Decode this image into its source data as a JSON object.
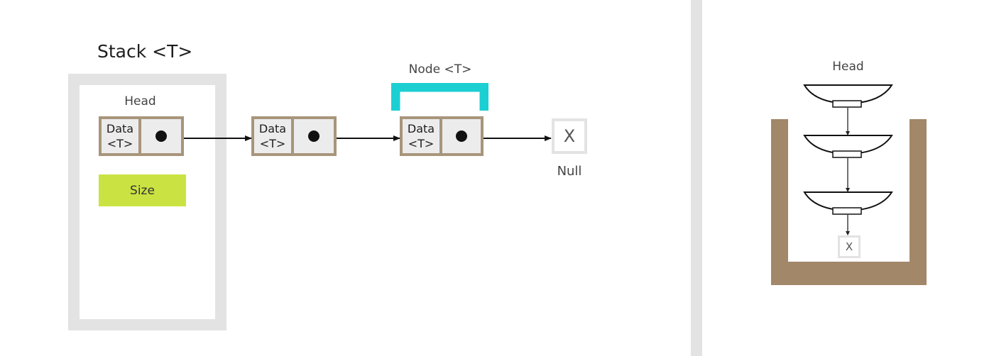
{
  "stack_title": "Stack <T>",
  "node_title": "Node <T>",
  "head_label": "Head",
  "node_data_label": "Data",
  "node_type_label": "<T>",
  "size_label": "Size",
  "null_symbol": "X",
  "null_label": "Null",
  "right_panel": {
    "head_label": "Head",
    "null_symbol": "X"
  },
  "colors": {
    "node_border": "#a7957b",
    "node_fill": "#ececec",
    "container_gray": "#e3e3e3",
    "size_fill": "#cbe342",
    "bracket_cyan": "#1ccfd3",
    "stack_brown": "#a28768"
  }
}
